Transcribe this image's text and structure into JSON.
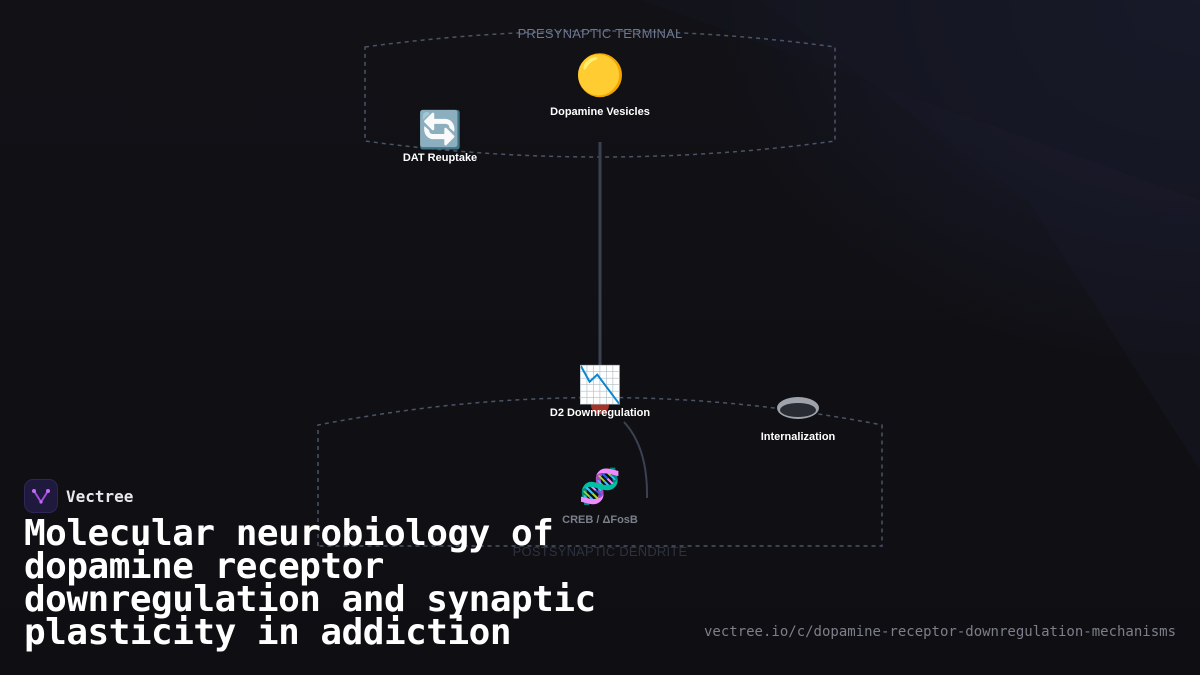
{
  "diagram": {
    "zones": {
      "presynaptic": "PRESYNAPTIC TERMINAL",
      "postsynaptic": "POSTSYNAPTIC DENDRITE"
    },
    "nodes": {
      "dopamine_vesicles": {
        "icon": "🟡",
        "label": "Dopamine Vesicles"
      },
      "dat_reuptake": {
        "icon": "🔄",
        "label": "DAT Reuptake"
      },
      "d2_downregulation": {
        "icon": "📉",
        "label": "D2 Downregulation"
      },
      "internalization": {
        "icon": "gray-disc-icon",
        "label": "Internalization"
      },
      "creb_dfosb": {
        "icon": "🧬",
        "label": "CREB / ΔFosB"
      }
    },
    "colors": {
      "zone_border": "#4a5468",
      "connector": "#3a4252",
      "receptor_dot": "#c0392b"
    }
  },
  "brand": {
    "name": "Vectree",
    "logo_color": "#8b3fd1"
  },
  "title": {
    "line1": "Molecular neurobiology of",
    "line2": "dopamine receptor",
    "line3": "downregulation and synaptic",
    "line4": "plasticity in addiction"
  },
  "url": "vectree.io/c/dopamine-receptor-downregulation-mechanisms"
}
